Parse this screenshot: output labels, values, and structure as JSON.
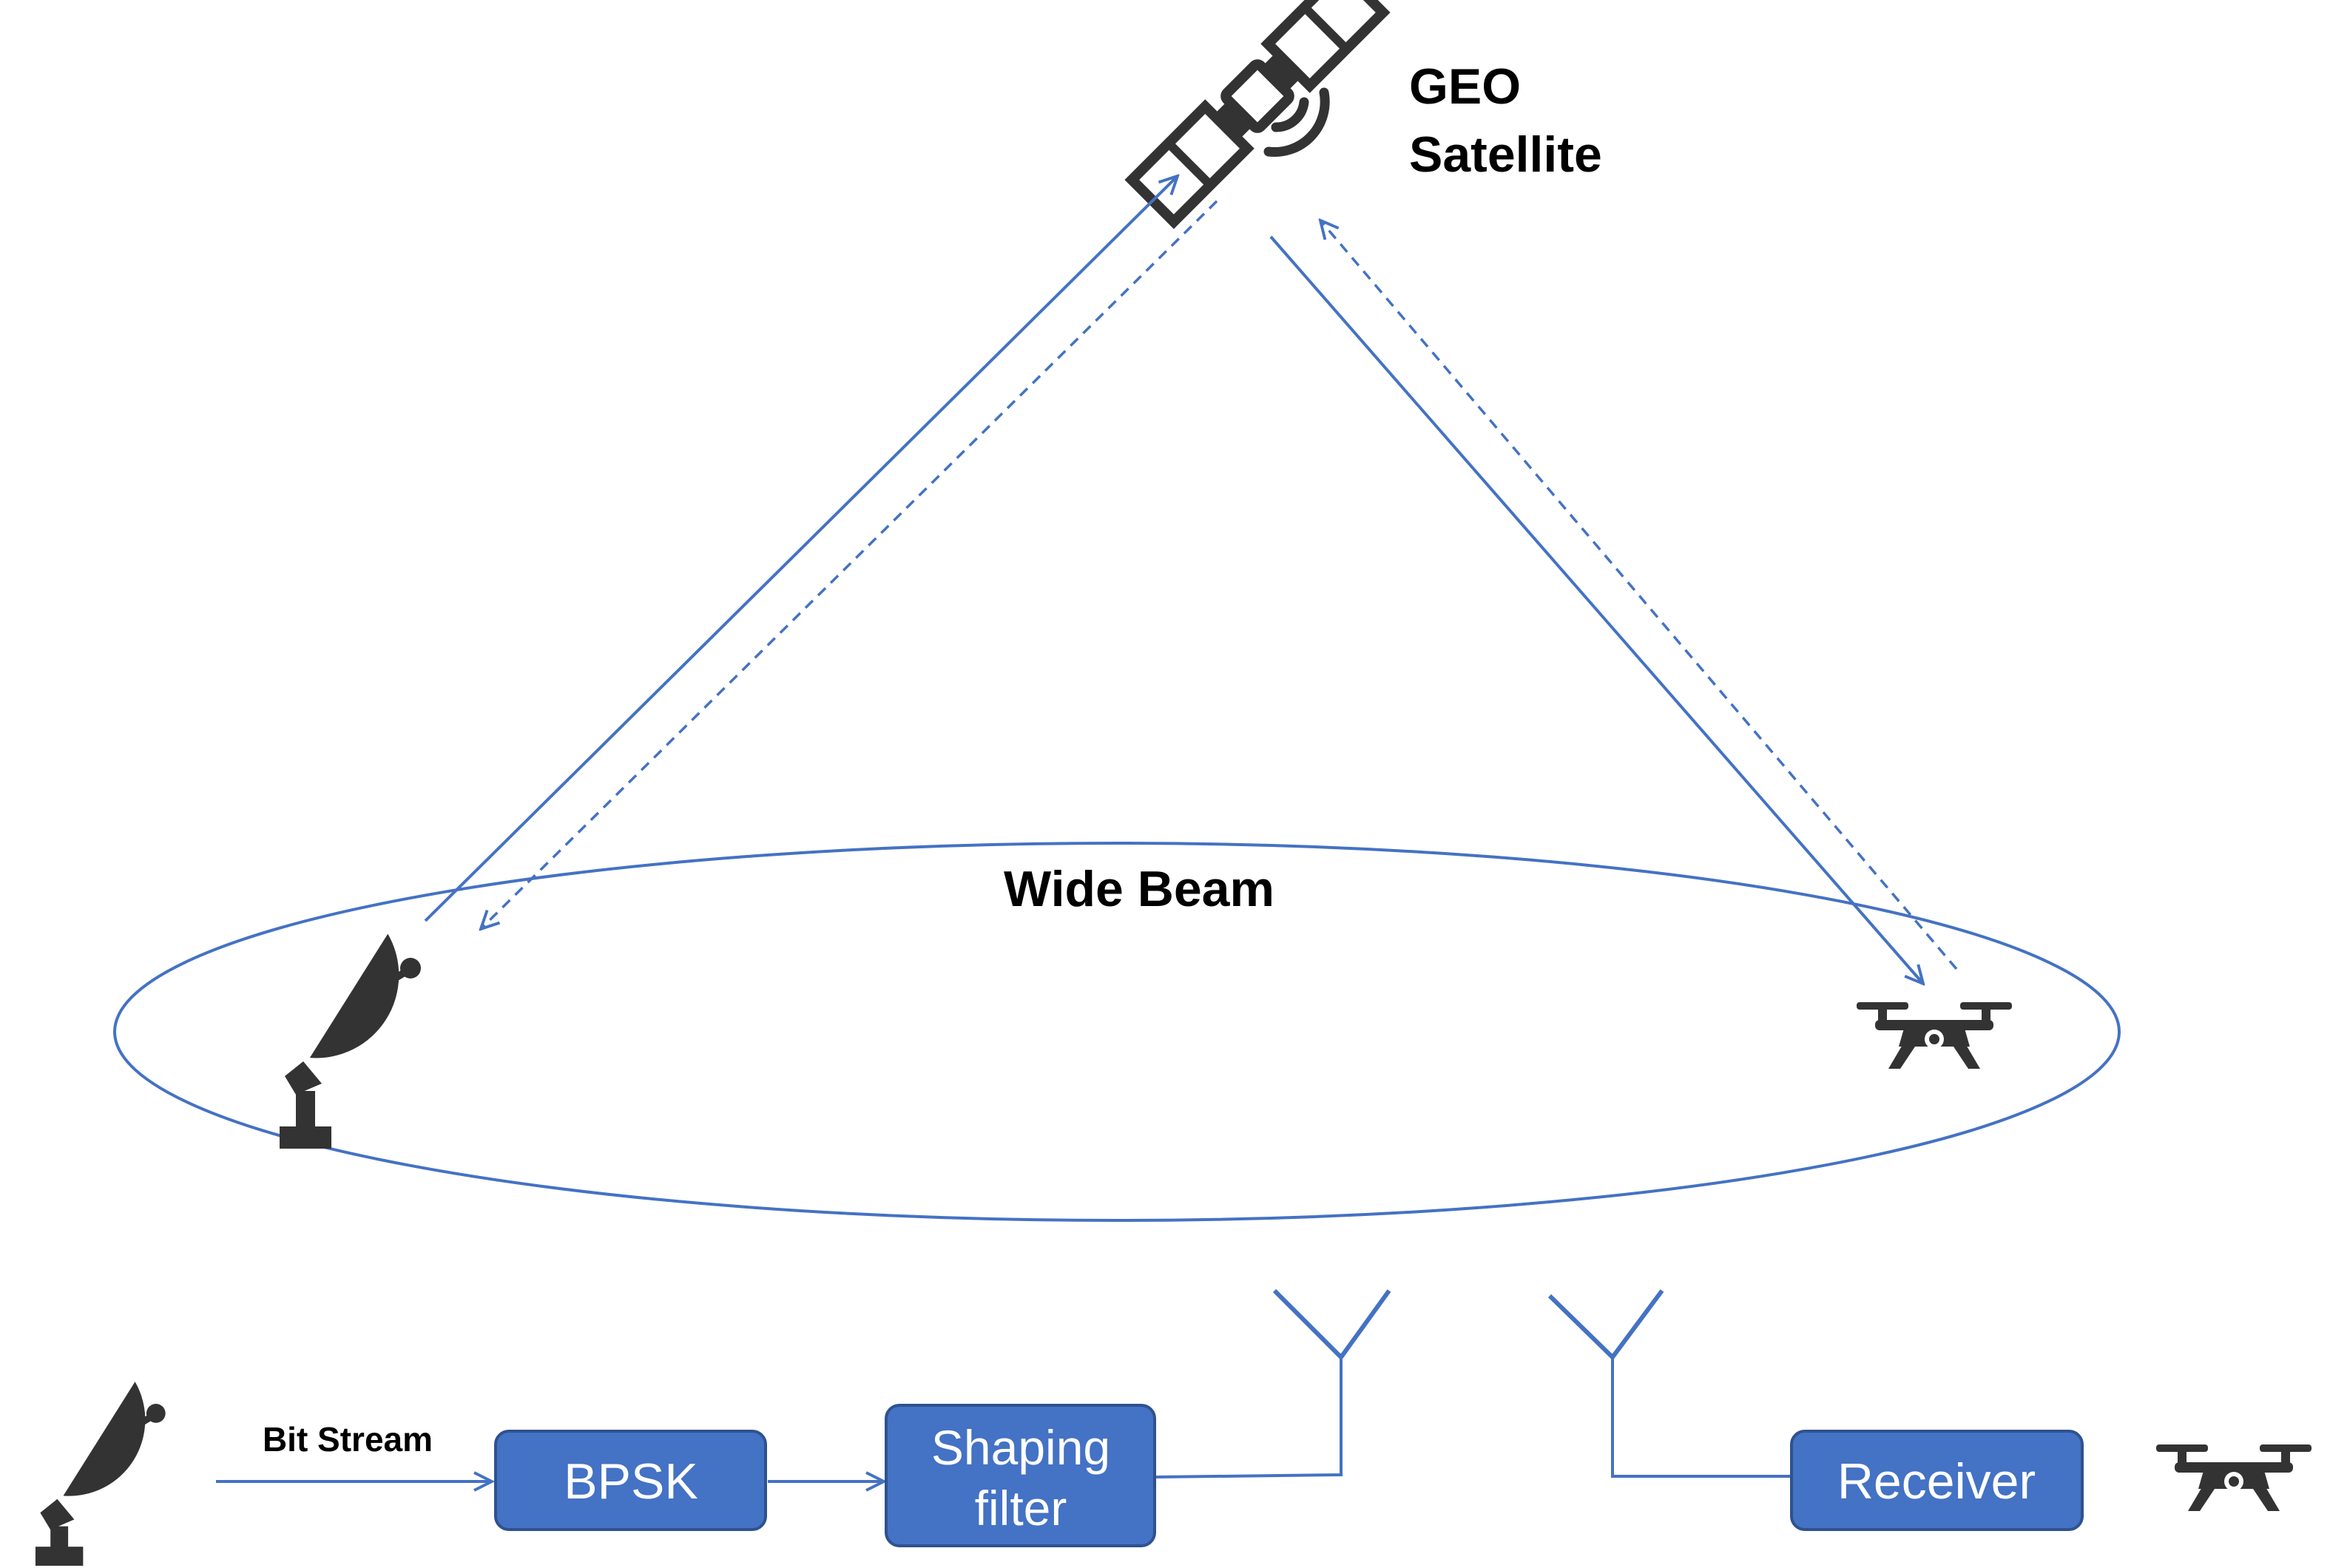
{
  "satellite": {
    "label_line1": "GEO",
    "label_line2": "Satellite",
    "icon": "satellite-icon"
  },
  "beam": {
    "label": "Wide Beam"
  },
  "ground_station": {
    "icon": "satellite-dish-icon"
  },
  "drone": {
    "icon": "drone-icon"
  },
  "pipeline": {
    "input_label": "Bit Stream",
    "bpsk_label": "BPSK",
    "shaping_line1": "Shaping",
    "shaping_line2": "filter",
    "receiver_label": "Receiver",
    "tx_antenna_icon": "antenna-icon",
    "rx_antenna_icon": "antenna-icon"
  },
  "colors": {
    "link": "#4472C4",
    "box_fill": "#4472C4",
    "box_stroke": "#2F528F",
    "icon": "#333333"
  }
}
